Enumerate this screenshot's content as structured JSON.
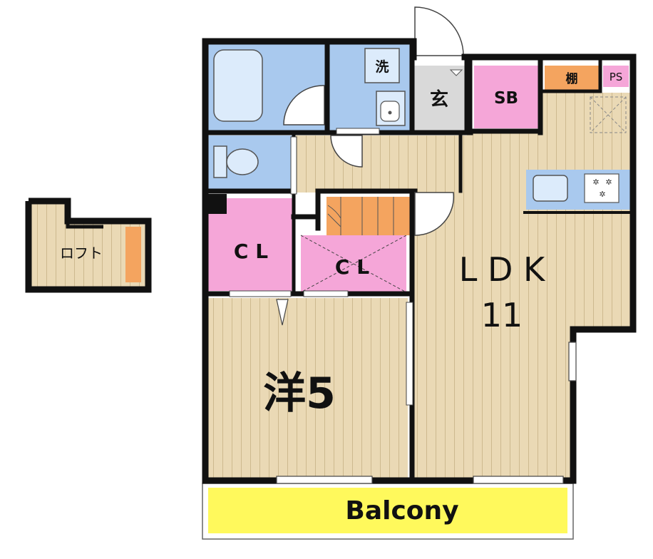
{
  "rooms": {
    "loft": "ロフト",
    "laundry": "洗",
    "entrance": "玄",
    "shoe_box": "SB",
    "shelf": "棚",
    "pipe_space": "PS",
    "closet_left": "C L",
    "closet_center": "C L",
    "ldk_label": "L D K",
    "ldk_size": "11",
    "western_room": "洋5",
    "balcony": "Balcony"
  },
  "colors": {
    "floor": "#ead9b5",
    "wet_area": "#a9c9ee",
    "closet": "#f5a6d8",
    "stairs": "#f4a45f",
    "shelf": "#f4a45f",
    "entrance": "#d9d9d9",
    "balcony": "#fff95c",
    "wall": "#111111"
  }
}
